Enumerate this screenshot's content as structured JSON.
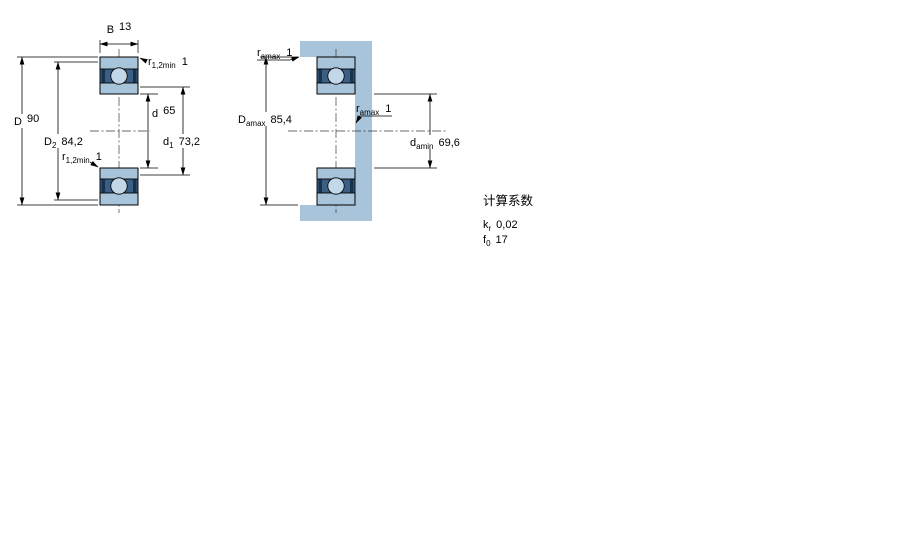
{
  "drawing": {
    "description": "bearing cross-section dimension drawing",
    "colors": {
      "bearing_blue": "#a7c4db",
      "cavity_navy": "#3a5f82",
      "ball_light": "#c2d7e8",
      "seal_dark": "#16324e",
      "abutment_blue": "#a7c4db"
    }
  },
  "dims": {
    "B": {
      "sym": "B",
      "sub": "",
      "val": "13"
    },
    "r12_top": {
      "sym": "r",
      "sub": "1,2min",
      "val": "1"
    },
    "D": {
      "sym": "D",
      "sub": "",
      "val": "90"
    },
    "D2": {
      "sym": "D",
      "sub": "2",
      "val": "84,2"
    },
    "d": {
      "sym": "d",
      "sub": "",
      "val": "65"
    },
    "d1": {
      "sym": "d",
      "sub": "1",
      "val": "73,2"
    },
    "r12_bot": {
      "sym": "r",
      "sub": "1,2min",
      "val": "1"
    },
    "ra_top": {
      "sym": "r",
      "sub": "amax",
      "val": "1"
    },
    "Da": {
      "sym": "D",
      "sub": "amax",
      "val": "85,4"
    },
    "ra_mid": {
      "sym": "r",
      "sub": "amax",
      "val": "1"
    },
    "da": {
      "sym": "d",
      "sub": "amin",
      "val": "69,6"
    }
  },
  "factors": {
    "heading": "计算系数",
    "rows": [
      {
        "sym": "k",
        "sub": "r",
        "val": "0,02"
      },
      {
        "sym": "f",
        "sub": "0",
        "val": "17"
      }
    ]
  }
}
